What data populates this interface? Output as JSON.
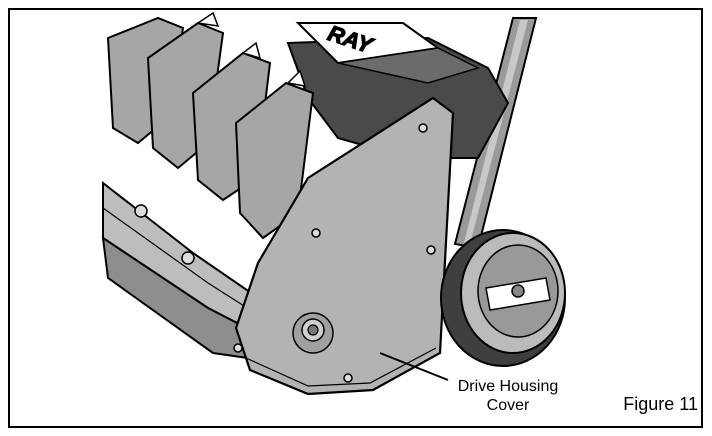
{
  "figure": {
    "brand_mark": "RAY",
    "callout_line1": "Drive Housing",
    "callout_line2": "Cover",
    "figure_label": "Figure 11"
  },
  "colors": {
    "housing": "#b3b3b3",
    "dark_body": "#4a4a4a",
    "paddle": "#a6a6a6",
    "outline": "#000000",
    "background": "#ffffff"
  }
}
